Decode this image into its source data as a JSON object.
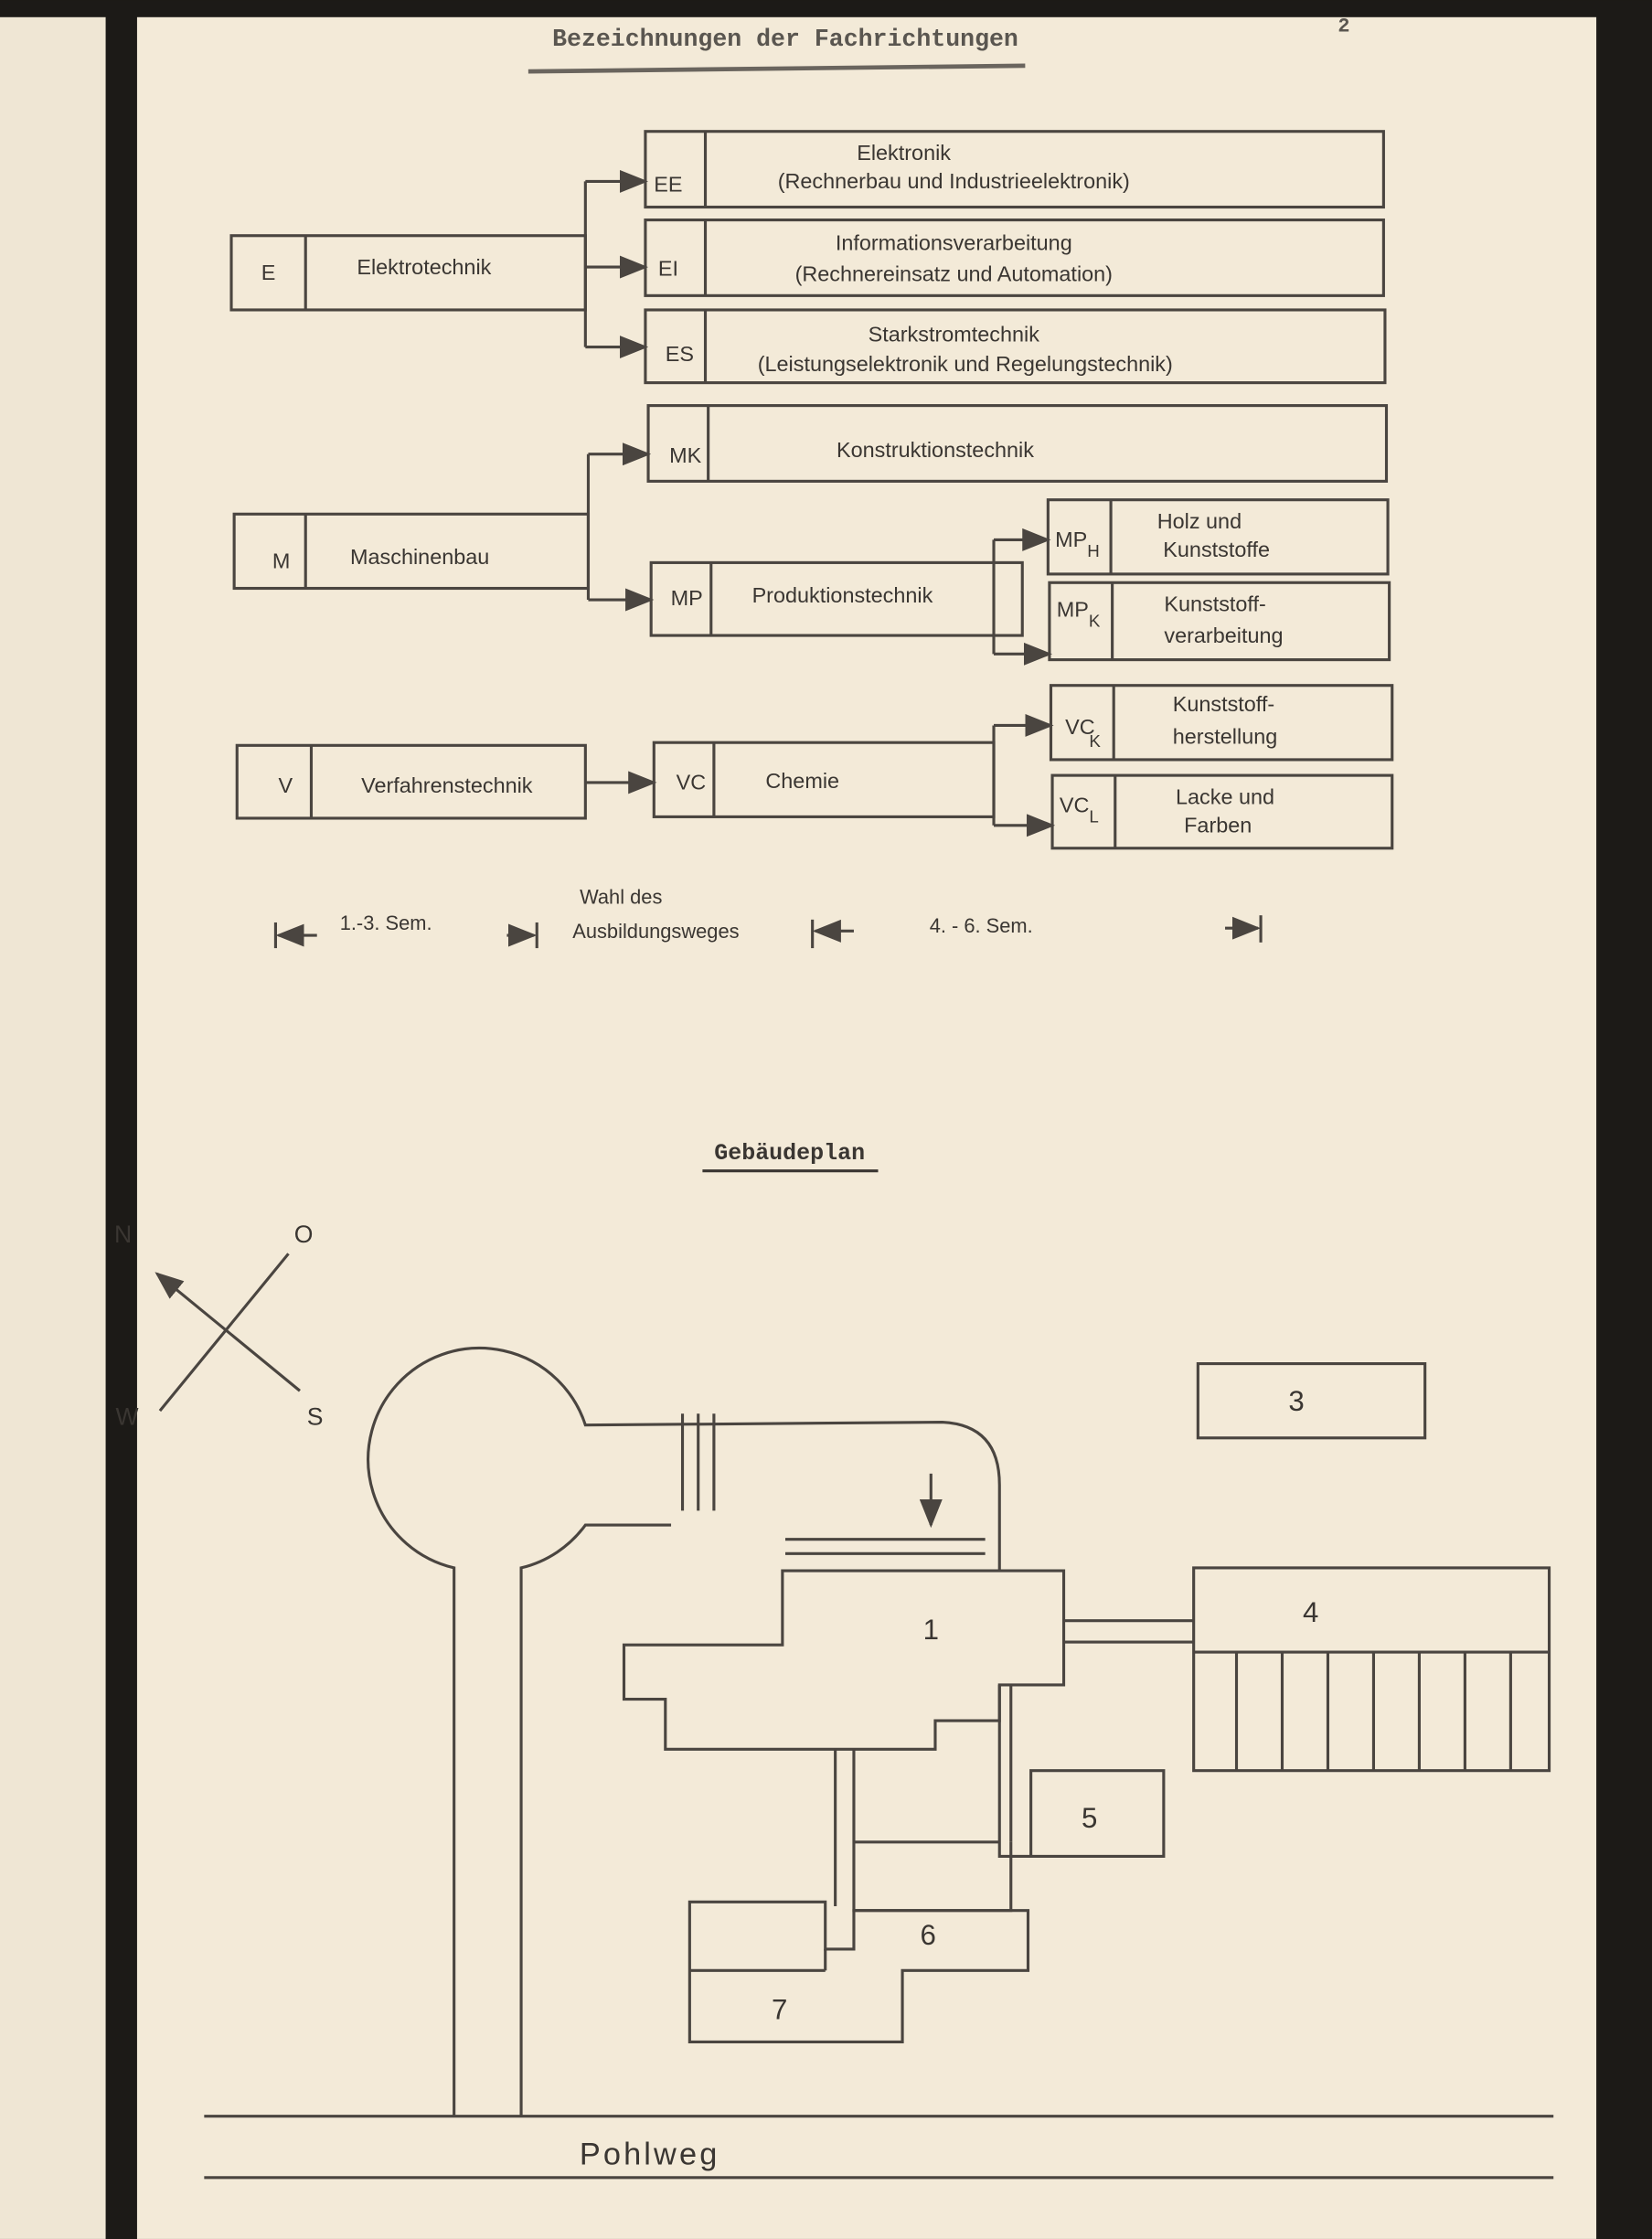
{
  "header": {
    "title": "Bezeichnungen der Fachrichtungen",
    "page_number": "2"
  },
  "groups": {
    "E": {
      "code": "E",
      "label": "Elektrotechnik"
    },
    "M": {
      "code": "M",
      "label": "Maschinenbau"
    },
    "V": {
      "code": "V",
      "label": "Verfahrenstechnik"
    }
  },
  "branches": {
    "EE": {
      "code": "EE",
      "line1": "Elektronik",
      "line2": "(Rechnerbau und Industrieelektronik)"
    },
    "EI": {
      "code": "EI",
      "line1": "Informationsverarbeitung",
      "line2": "(Rechnereinsatz und Automation)"
    },
    "ES": {
      "code": "ES",
      "line1": "Starkstromtechnik",
      "line2": "(Leistungselektronik und Regelungstechnik)"
    },
    "MK": {
      "code": "MK",
      "line1": "Konstruktionstechnik"
    },
    "MP": {
      "code": "MP",
      "line1": "Produktionstechnik"
    },
    "MPH": {
      "code": "MP",
      "sub": "H",
      "line1": "Holz und",
      "line2": "Kunststoffe"
    },
    "MPK": {
      "code": "MP",
      "sub": "K",
      "line1": "Kunststoff-",
      "line2": "verarbeitung"
    },
    "VC": {
      "code": "VC",
      "line1": "Chemie"
    },
    "VCK": {
      "code": "VC",
      "sub": "K",
      "line1": "Kunststoff-",
      "line2": "herstellung"
    },
    "VCL": {
      "code": "VC",
      "sub": "L",
      "line1": "Lacke und",
      "line2": "Farben"
    }
  },
  "timeline": {
    "first": "1.-3. Sem.",
    "choice_line1": "Wahl des",
    "choice_line2": "Ausbildungsweges",
    "second": "4. - 6. Sem."
  },
  "plan": {
    "title": "Gebäudeplan",
    "compass": {
      "n": "N",
      "o": "O",
      "s": "S",
      "w": "W"
    },
    "buildings": [
      "1",
      "3",
      "4",
      "5",
      "6",
      "7"
    ],
    "street": "Pohlweg"
  },
  "colors": {
    "paper": "#f3ead8",
    "ink": "#3a3632",
    "binding": "#1c1a17"
  }
}
